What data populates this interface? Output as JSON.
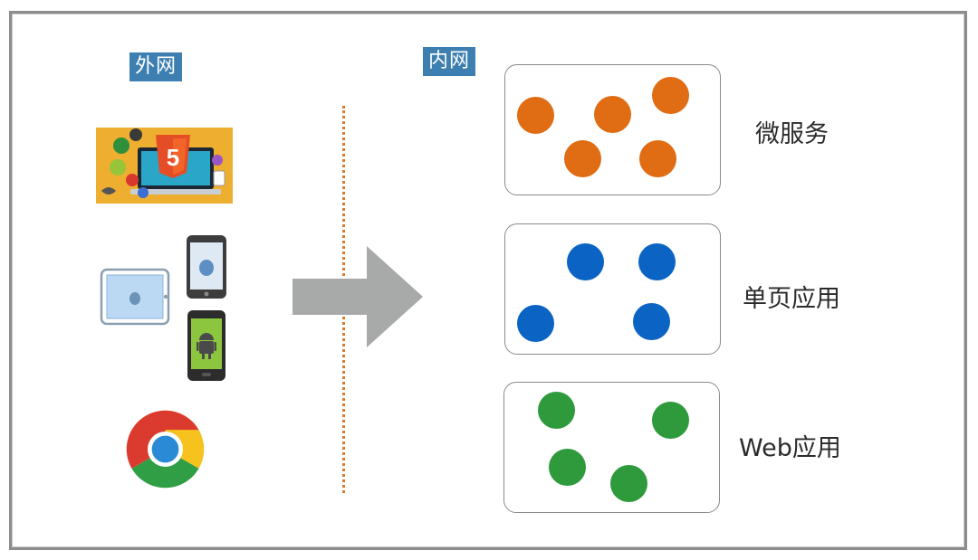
{
  "labels": {
    "external_network": "外网",
    "internal_network": "内网"
  },
  "clients": [
    {
      "name": "html5-client-icon"
    },
    {
      "name": "ios-devices-icon"
    },
    {
      "name": "android-phone-icon"
    },
    {
      "name": "chrome-browser-icon"
    }
  ],
  "groups": [
    {
      "label": "微服务",
      "color": "#e06c14",
      "count": 5
    },
    {
      "label": "单页应用",
      "color": "#0b63c4",
      "count": 4
    },
    {
      "label": "Web应用",
      "color": "#2e9a3c",
      "count": 4
    }
  ],
  "colors": {
    "tag_bg": "#3c7fb0",
    "divider": "#e07a2b",
    "arrow": "#a7aaa8"
  }
}
